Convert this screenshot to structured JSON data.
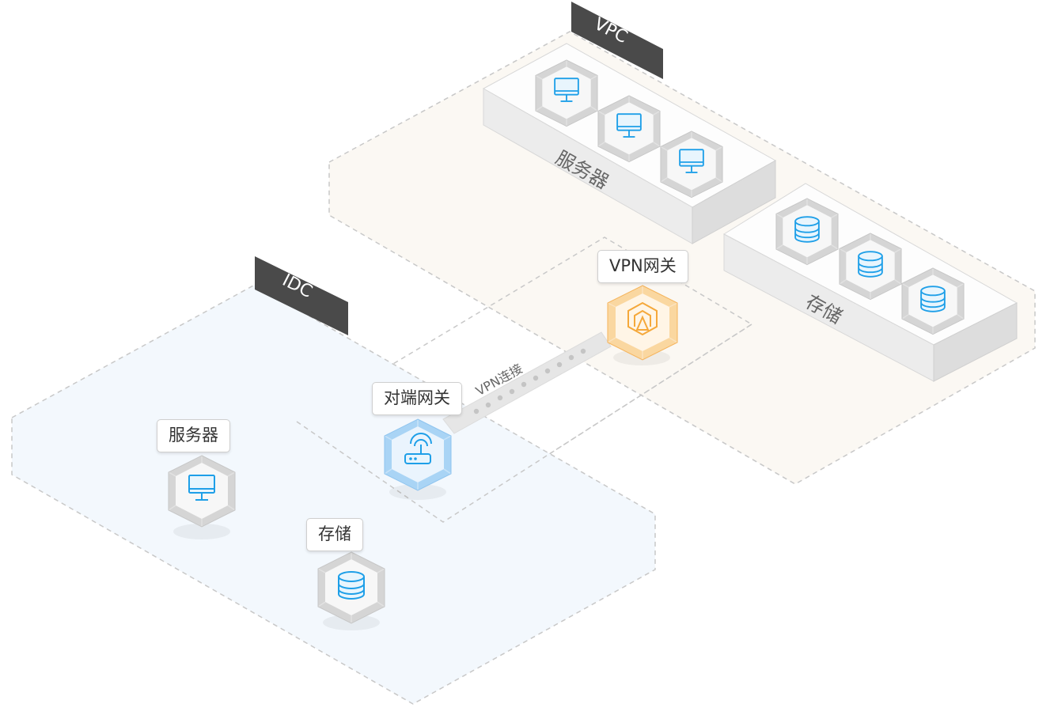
{
  "vpc": {
    "tag": "VPC",
    "servers": {
      "label": "服务器",
      "icon": "monitor-icon",
      "count": 3
    },
    "storage": {
      "label": "存储",
      "icon": "database-icon",
      "count": 3
    },
    "gateway": {
      "label": "VPN网关",
      "icon": "vpn-gateway-icon"
    }
  },
  "idc": {
    "tag": "IDC",
    "server": {
      "label": "服务器",
      "icon": "monitor-icon"
    },
    "storage": {
      "label": "存储",
      "icon": "database-icon"
    },
    "gateway": {
      "label": "对端网关",
      "icon": "router-icon"
    }
  },
  "connection": {
    "label": "VPN连接"
  },
  "colors": {
    "vpc_fill": "#fbf8f3",
    "idc_fill": "#f3f8fd",
    "icon_blue": "#1e9fe8",
    "gateway_orange": "#f5a83a",
    "tag_dark": "#4a4a4a",
    "border_dash": "#c8c8c8"
  }
}
